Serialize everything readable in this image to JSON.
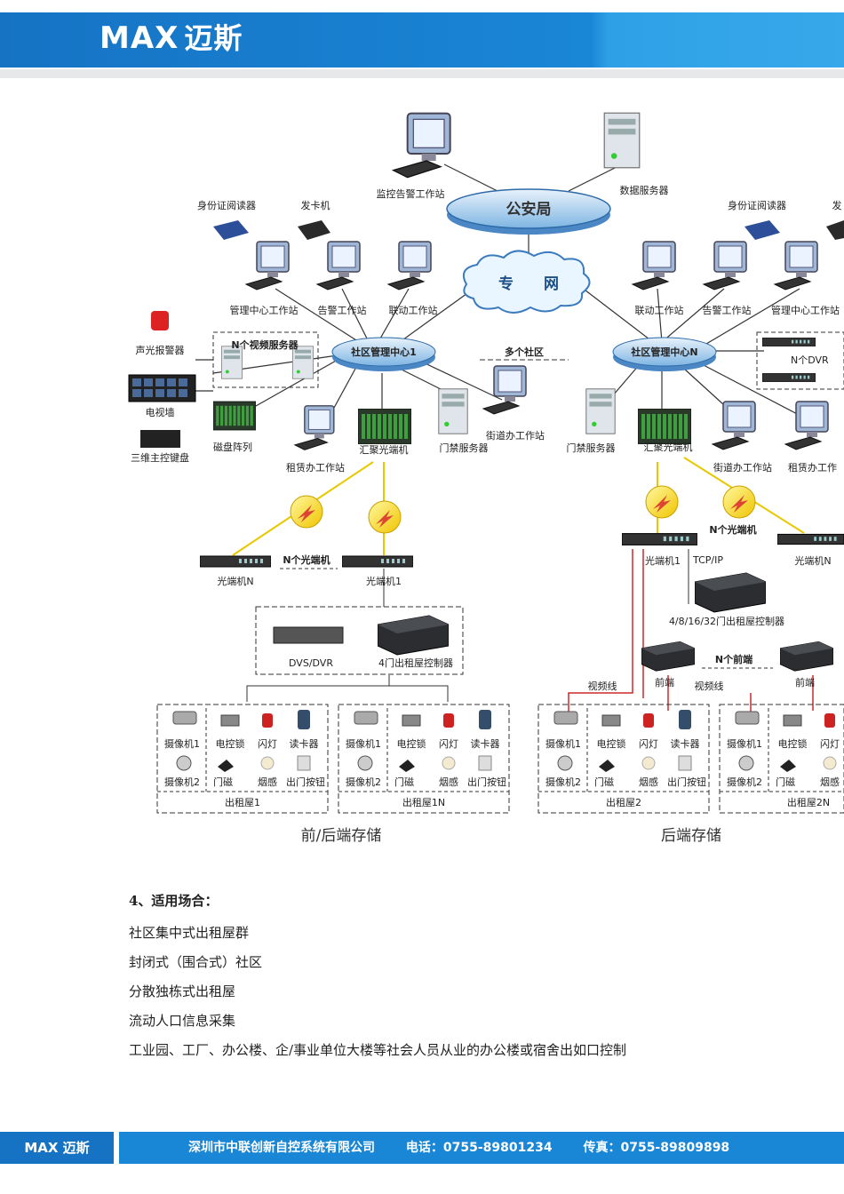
{
  "header": {
    "logo_latin": "MAX",
    "logo_cn": "迈斯"
  },
  "diagram": {
    "center": "公安局",
    "network": "专　　网",
    "server": "数据服务器",
    "alarm_ws": "监控告警工作站",
    "id_reader_l": "身份证阅读器",
    "card_issuer_l": "发卡机",
    "id_reader_r": "身份证阅读器",
    "card_issuer_r": "发",
    "mgmt_ws_l": "管理中心工作站",
    "alarm_ws_l": "告警工作站",
    "link_ws_l": "联动工作站",
    "link_ws_r": "联动工作站",
    "alarm_ws_r": "告警工作站",
    "mgmt_ws_r": "管理中心工作站",
    "hub_l": "社区管理中心1",
    "hub_r": "社区管理中心N",
    "multi_comm": "多个社区",
    "siren": "声光报警器",
    "tv_wall": "电视墙",
    "keyboard": "三维主控键盘",
    "video_servers": "N个视频服务器",
    "disk_array": "磁盘阵列",
    "rent_ws_l": "租赁办工作站",
    "optic_hub_l": "汇聚光端机",
    "door_server_l": "门禁服务器",
    "street_ws_l": "街道办工作站",
    "door_server_r": "门禁服务器",
    "optic_hub_r": "汇聚光端机",
    "street_ws_r": "街道办工作站",
    "rent_ws_r": "租赁办工作",
    "n_dvr": "N个DVR",
    "n_optic_l": "N个光端机",
    "optic_n_l": "光端机N",
    "optic_1_l": "光端机1",
    "n_optic_r": "N个光端机",
    "optic_1_r": "光端机1",
    "optic_n_r": "光端机N",
    "tcpip": "TCP/IP",
    "controller_r": "4/8/16/32门出租屋控制器",
    "dvs": "DVS/DVR",
    "controller_l": "4门出租屋控制器",
    "video_line_1": "视频线",
    "front_1": "前端",
    "video_line_2": "视频线",
    "n_front": "N个前端",
    "front_2": "前端",
    "room_labels": [
      "出租屋1",
      "出租屋1N",
      "出租屋2",
      "出租屋2N"
    ],
    "devices": {
      "camera1": "摄像机1",
      "camera2": "摄像机2",
      "lock": "电控锁",
      "flash": "闪灯",
      "reader": "读卡器",
      "door_mag": "门磁",
      "smoke": "烟感",
      "exit_btn": "出门按钮",
      "exit_short": "出"
    },
    "caption_l": "前/后端存储",
    "caption_r": "后端存储"
  },
  "section": {
    "title": "4、适用场合：",
    "items": [
      "社区集中式出租屋群",
      "封闭式（围合式）社区",
      "分散独栋式出租屋",
      "流动人口信息采集",
      "工业园、工厂、办公楼、企/事业单位大楼等社会人员从业的办公楼或宿舍出如口控制"
    ]
  },
  "footer": {
    "logo": "MAX 迈斯",
    "company": "深圳市中联创新自控系统有限公司",
    "phone": "电话：0755-89801234",
    "fax": "传真：0755-89809898"
  },
  "colors": {
    "brand_blue": "#1a86d6",
    "brand_dark": "#1673c4",
    "optic_yellow": "#ffe600",
    "video_red": "#cc2a2a"
  }
}
